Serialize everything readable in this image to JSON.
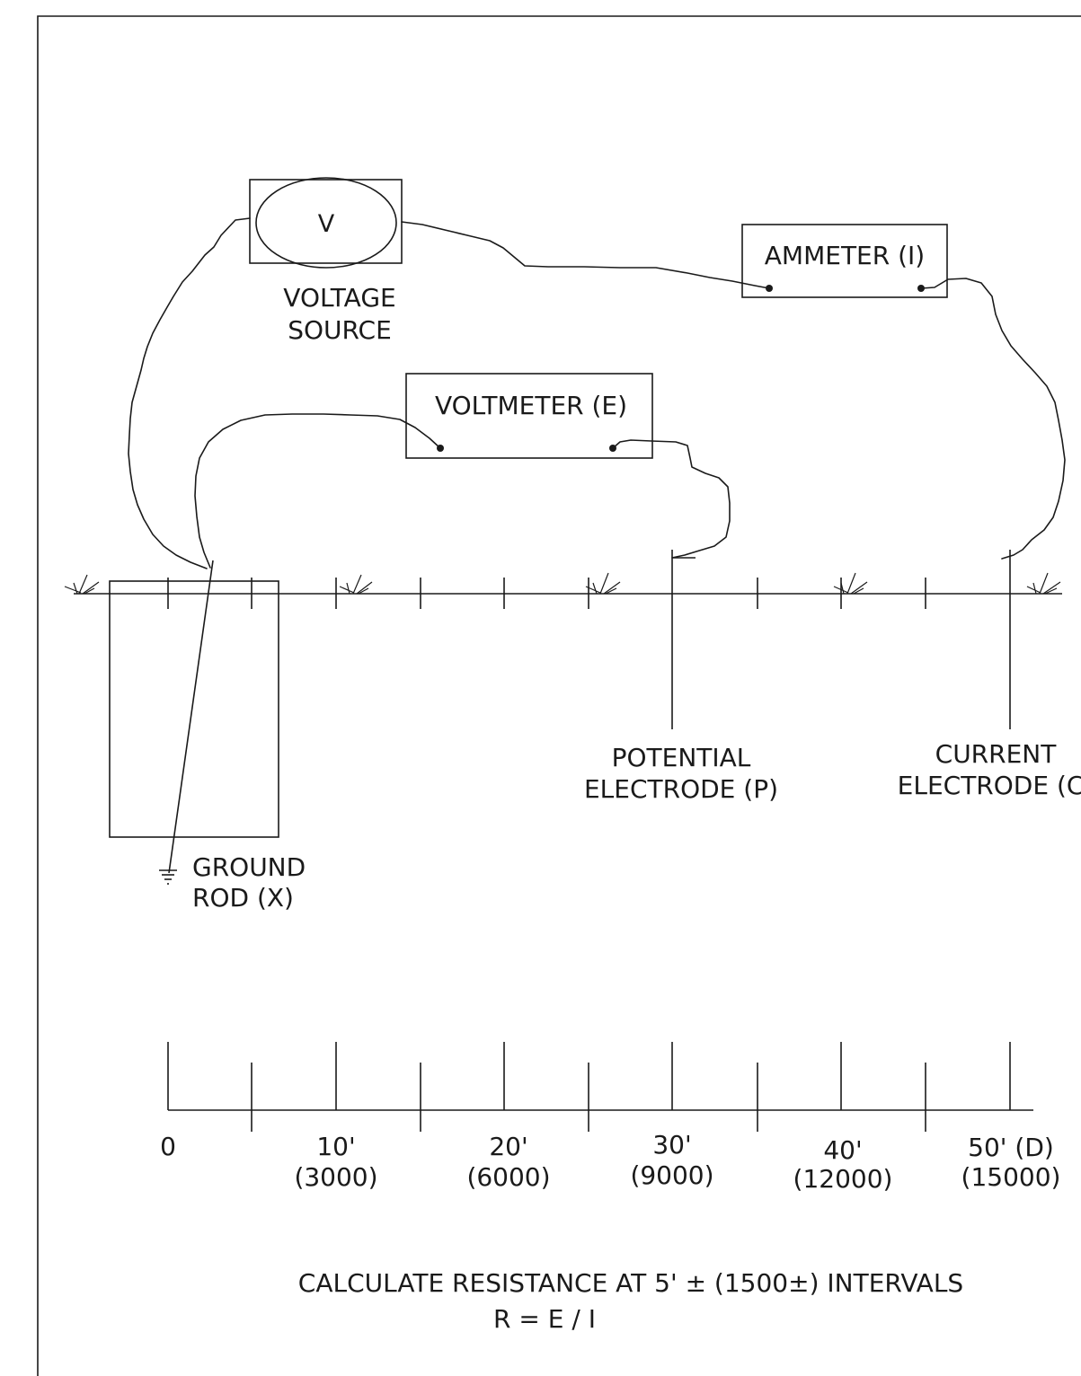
{
  "voltage_source": {
    "symbol": "V",
    "label_line1": "VOLTAGE",
    "label_line2": "SOURCE"
  },
  "ammeter": {
    "label": "AMMETER  (I)"
  },
  "voltmeter": {
    "label": "VOLTMETER  (E)"
  },
  "potential_electrode": {
    "label_line1": "POTENTIAL",
    "label_line2": "ELECTRODE  (P)"
  },
  "current_electrode": {
    "label_line1": "CURRENT",
    "label_line2": "ELECTRODE  (C)"
  },
  "ground_rod": {
    "label_line1": "GROUND",
    "label_line2": "ROD  (X)"
  },
  "scale": {
    "ticks": [
      {
        "top": "0",
        "bottom": ""
      },
      {
        "top": "10'",
        "bottom": "(3000)"
      },
      {
        "top": "20'",
        "bottom": "(6000)"
      },
      {
        "top": "30'",
        "bottom": "(9000)"
      },
      {
        "top": "40'",
        "bottom": "(12000)"
      },
      {
        "top": "50' (D)",
        "bottom": "(15000)"
      }
    ]
  },
  "footer": {
    "line1": "CALCULATE  RESISTANCE  AT  5' ± (1500±)  INTERVALS",
    "line2": "R  =  E / I"
  }
}
